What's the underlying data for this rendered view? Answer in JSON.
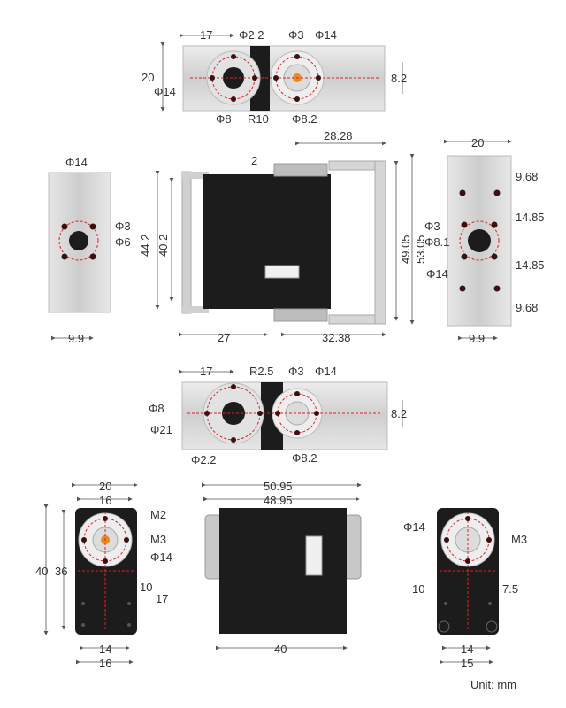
{
  "colors": {
    "dimension_line": "#555555",
    "marker": "#e02020",
    "hole": "#3a1010",
    "body": "#1b1b1b",
    "metal": "#d6d6d6"
  },
  "unit_label": "Unit: mm",
  "top_bracket": {
    "w": "17",
    "phi22": "Φ2.2",
    "phi3": "Φ3",
    "phi14_right": "Φ14",
    "h": "20",
    "phi14_left": "Φ14",
    "offset": "8.2",
    "phi8": "Φ8",
    "r10": "R10",
    "phi82": "Φ8.2"
  },
  "left_plate": {
    "phi14": "Φ14",
    "phi3": "Φ3",
    "phi6": "Φ6",
    "w": "9.9"
  },
  "front": {
    "d2": "2",
    "d2828": "28.28",
    "h442": "44.2",
    "h402": "40.2",
    "h4905": "49.05",
    "h5305": "53.05",
    "w27": "27",
    "w3238": "32.38"
  },
  "right_plate": {
    "w20": "20",
    "d968a": "9.68",
    "phi3": "Φ3",
    "phi81": "Φ8.1",
    "d1485a": "14.85",
    "d1485b": "14.85",
    "phi14": "Φ14",
    "d968b": "9.68",
    "w99": "9.9"
  },
  "mid_bracket": {
    "w17": "17",
    "r25": "R2.5",
    "phi3": "Φ3",
    "phi14": "Φ14",
    "phi8": "Φ8",
    "offset": "8.2",
    "phi21": "Φ21",
    "phi22": "Φ2.2",
    "phi82": "Φ8.2"
  },
  "servo_front": {
    "w20": "20",
    "w16": "16",
    "m2": "M2",
    "m3": "M3",
    "phi14": "Φ14",
    "h40": "40",
    "h36": "36",
    "d10": "10",
    "d17": "17",
    "w14": "14",
    "w16b": "16"
  },
  "servo_side": {
    "w5095": "50.95",
    "w4895": "48.95",
    "w40": "40"
  },
  "servo_back": {
    "phi14": "Φ14",
    "m3": "M3",
    "d10": "10",
    "d75": "7.5",
    "w14": "14",
    "w15": "15"
  }
}
